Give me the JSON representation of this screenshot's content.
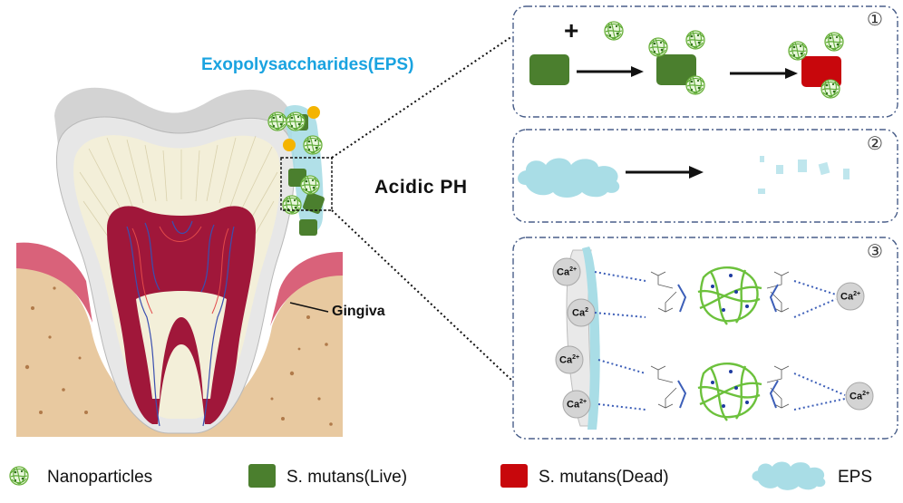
{
  "labels": {
    "eps_title": "Exopolysaccharides(EPS)",
    "acidic_ph": "Acidic  PH",
    "gingiva": "Gingiva",
    "plus": "+"
  },
  "panels": {
    "step1": "①",
    "step2": "②",
    "step3": "③"
  },
  "calcium": {
    "base": "Ca",
    "charge": "2+",
    "odd_charge": "2"
  },
  "legend": {
    "nanoparticles": "Nanoparticles",
    "live": "S. mutans(Live)",
    "dead": "S. mutans(Dead)",
    "eps": "EPS"
  },
  "colors": {
    "live": "#4b7f2e",
    "dead": "#c8070c",
    "eps": "#a9dde6",
    "eps_title": "#1aa3e0",
    "panel_border": "#4a5f8a",
    "nanoparticle": "#7cc142",
    "gum": "#d9627a",
    "bone": "#e8c9a0",
    "pulp": "#a0173a",
    "ca_ball": "#d4d4d4"
  }
}
